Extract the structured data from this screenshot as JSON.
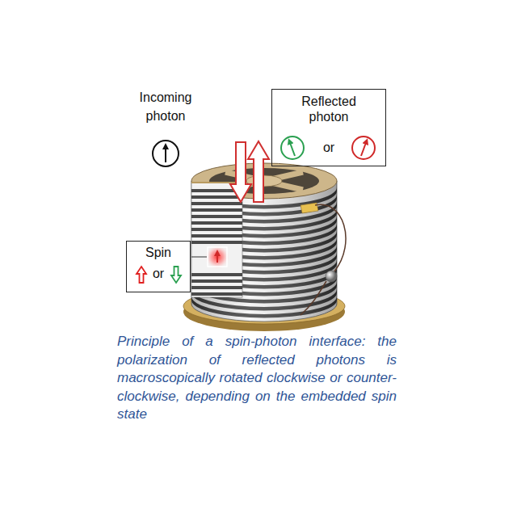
{
  "diagram": {
    "caption": "Principle of a spin-photon interface: the polarization of reflected photons is macroscopically rotated clockwise or counter-clockwise, depending on the embedded spin state",
    "nodes": [
      {
        "text": [
          "Reflected photon",
          "or"
        ]
      },
      {
        "text": [
          "Spin",
          "or"
        ]
      }
    ],
    "labels": [
      "Incoming photon"
    ]
  }
}
